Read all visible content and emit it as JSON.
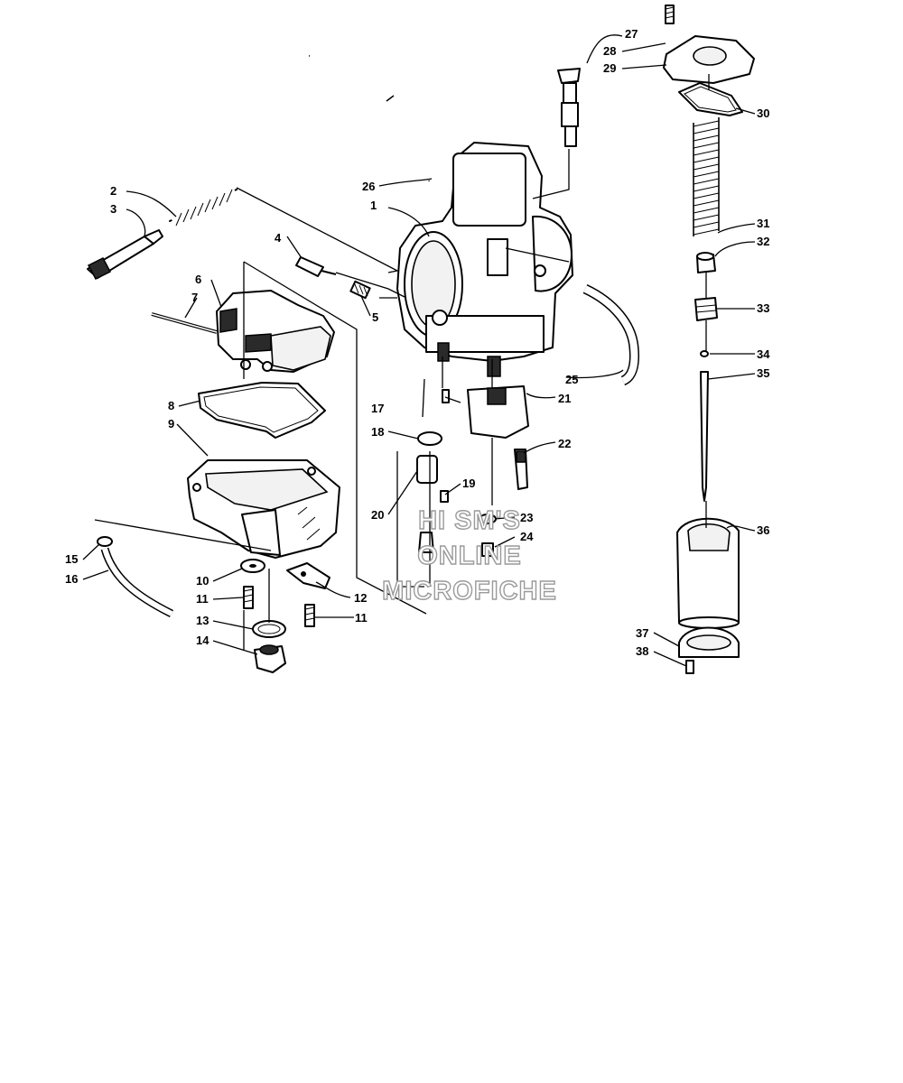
{
  "watermark": {
    "line1": "HI SM'S",
    "line2": "ONLINE",
    "line3": "MICROFICHE"
  },
  "callouts": {
    "c1": "1",
    "c2": "2",
    "c3": "3",
    "c4": "4",
    "c5": "5",
    "c6": "6",
    "c7": "7",
    "c8": "8",
    "c9": "9",
    "c10": "10",
    "c11a": "11",
    "c11b": "11",
    "c12": "12",
    "c13": "13",
    "c14": "14",
    "c15": "15",
    "c16": "16",
    "c17": "17",
    "c18": "18",
    "c19": "19",
    "c20": "20",
    "c21": "21",
    "c22": "22",
    "c23": "23",
    "c24": "24",
    "c25": "25",
    "c26": "26",
    "c27": "27",
    "c28": "28",
    "c29": "29",
    "c30": "30",
    "c31": "31",
    "c32": "32",
    "c33": "33",
    "c34": "34",
    "c35": "35",
    "c36": "36",
    "c37": "37",
    "c38": "38"
  }
}
